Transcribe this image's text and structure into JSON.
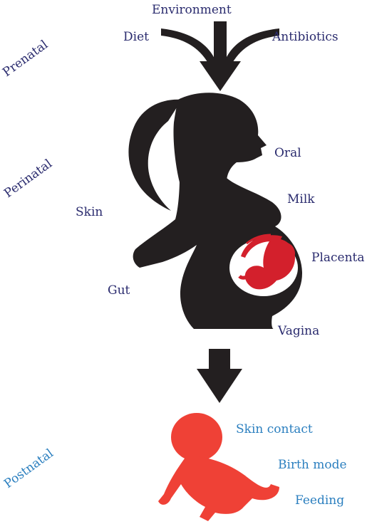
{
  "phases": {
    "prenatal": "Prenatal",
    "perinatal": "Perinatal",
    "postnatal": "Postnatal"
  },
  "prenatal_factors": {
    "environment": "Environment",
    "diet": "Diet",
    "antibiotics": "Antibiotics"
  },
  "maternal_sites": {
    "oral": "Oral",
    "milk": "Milk",
    "skin": "Skin",
    "placenta": "Placenta",
    "gut": "Gut",
    "vagina": "Vagina"
  },
  "postnatal_factors": {
    "skin_contact": "Skin contact",
    "birth_mode": "Birth mode",
    "feeding": "Feeding"
  },
  "colors": {
    "dark_label": "#2a2b6e",
    "blue_label": "#2b7fbf",
    "silhouette": "#231f20",
    "baby_red": "#ef4136",
    "fetus_red": "#d3202c"
  }
}
